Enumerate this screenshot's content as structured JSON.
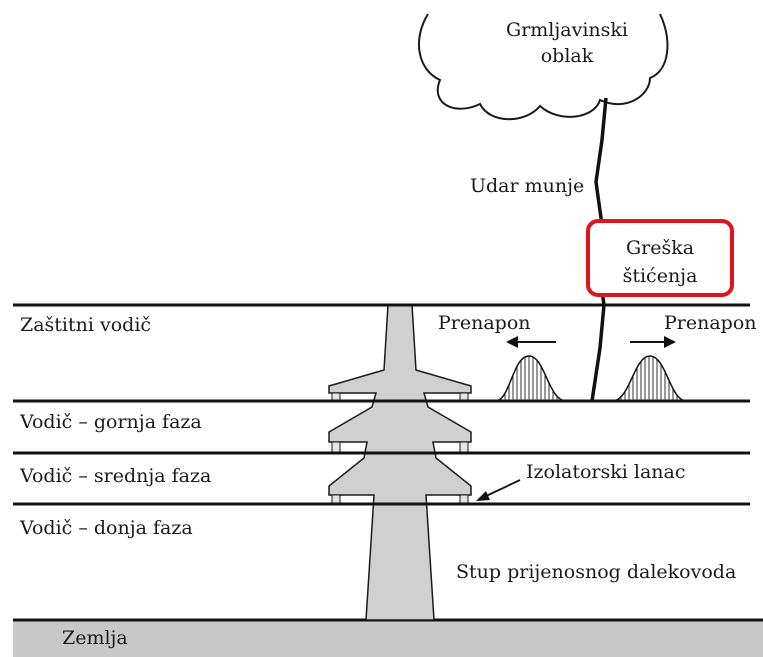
{
  "labels": {
    "cloud_line1": "Grmljavinski",
    "cloud_line2": "oblak",
    "lightning": "Udar munje",
    "fault_line1": "Greška",
    "fault_line2": "štićenja",
    "shield_wire": "Zaštitni vodič",
    "overvoltage_left": "Prenapon",
    "overvoltage_right": "Prenapon",
    "upper_phase": "Vodič – gornja faza",
    "middle_phase": "Vodič – srednja faza",
    "lower_phase": "Vodič – donja faza",
    "insulator_string": "Izolatorski lanac",
    "tower": "Stup prijenosnog dalekovoda",
    "ground": "Zemlja"
  },
  "colors": {
    "fault_highlight": "#e1141c",
    "tower_fill": "#d0d0d0",
    "ground_fill": "#c8c8c8"
  }
}
